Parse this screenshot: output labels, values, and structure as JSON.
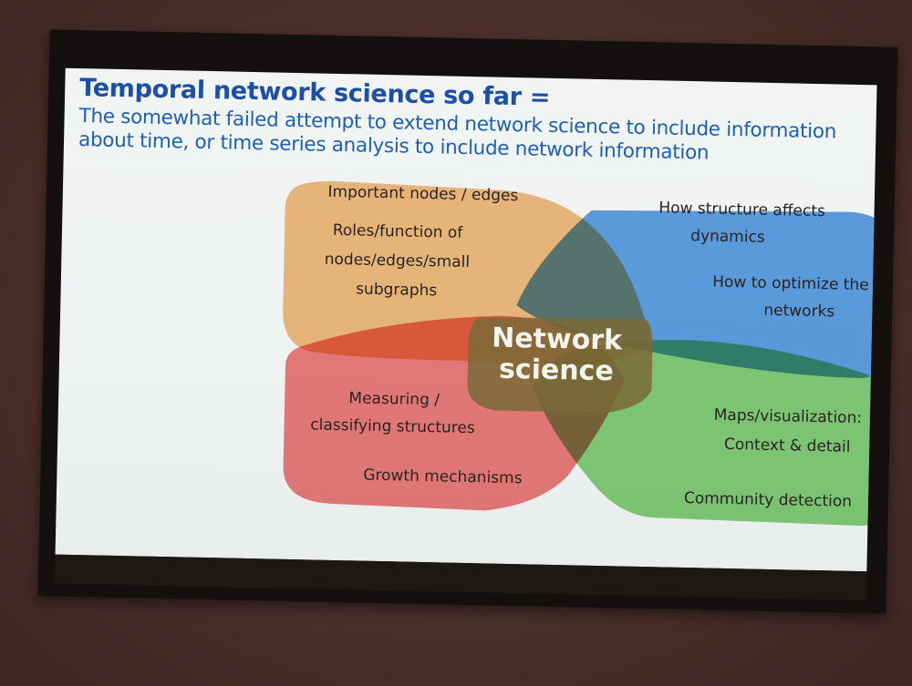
{
  "slide": {
    "title": "Temporal network science so far =",
    "subtitle": "The somewhat failed attempt to extend network science to include information about time, or time series analysis to include network information"
  },
  "venn": {
    "center_line1": "Network",
    "center_line2": "science",
    "orange": {
      "color": "#f4b774",
      "labels": [
        "Important nodes / edges",
        "Roles/function of",
        "nodes/edges/small",
        "subgraphs"
      ]
    },
    "blue": {
      "color": "#4f97e3",
      "labels": [
        "How structure affects",
        "dynamics",
        "How to optimize the",
        "networks"
      ]
    },
    "red": {
      "color": "#ef6f6f",
      "labels": [
        "Measuring /",
        "classifying structures",
        "Growth mechanisms"
      ]
    },
    "green": {
      "color": "#7ccb70",
      "labels": [
        "Maps/visualization:",
        "Context & detail",
        "Community detection"
      ]
    }
  }
}
